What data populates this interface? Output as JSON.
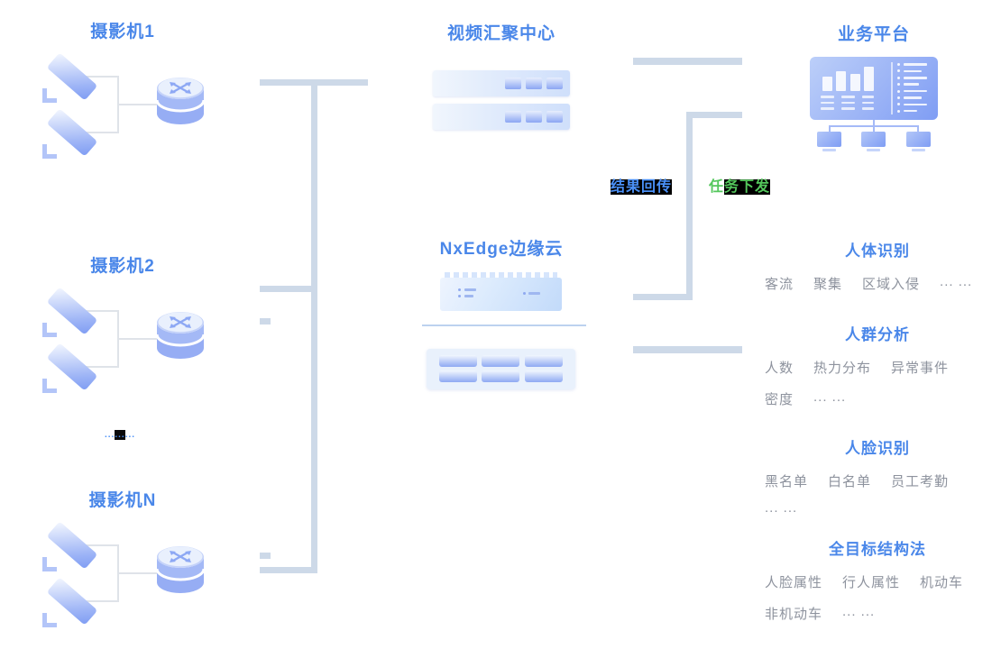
{
  "diagram": {
    "camera_groups": [
      {
        "label": "摄影机1"
      },
      {
        "label": "摄影机2"
      },
      {
        "label": "摄影机N"
      }
    ],
    "more_cameras_dots": {
      "left": "...",
      "mid": "...",
      "right": "..."
    },
    "aggregation": {
      "title": "视频汇聚中心"
    },
    "edge": {
      "title": "NxEdge边缘云"
    },
    "platform": {
      "title": "业务平台"
    },
    "flows": {
      "result": "结果回传",
      "task_head": "任",
      "task_tail": "务下发"
    },
    "features": [
      {
        "title": "人体识别",
        "rows": [
          [
            "客流",
            "聚集",
            "区域入侵",
            "... ..."
          ]
        ]
      },
      {
        "title": "人群分析",
        "rows": [
          [
            "人数",
            "热力分布",
            "异常事件"
          ],
          [
            "密度",
            "... ..."
          ]
        ]
      },
      {
        "title": "人脸识别",
        "rows": [
          [
            "黑名单",
            "白名单",
            "员工考勤"
          ],
          [
            "... ..."
          ]
        ]
      },
      {
        "title": "全目标结构法",
        "rows": [
          [
            "人脸属性",
            "行人属性",
            "机动车"
          ],
          [
            "非机动车",
            "... ..."
          ]
        ]
      }
    ],
    "icons": {
      "camera": "cctv-camera-icon",
      "router": "router-icon",
      "server": "server-icon",
      "chip": "edge-chip-icon",
      "dashboard": "dashboard-icon"
    },
    "colors": {
      "title_blue": "#4a87e9",
      "item_gray": "#8e939e",
      "line": "#cdd9e8",
      "result_blue": "#4a90f7",
      "task_green": "#54c75c",
      "highlight_black": "#000000"
    }
  }
}
